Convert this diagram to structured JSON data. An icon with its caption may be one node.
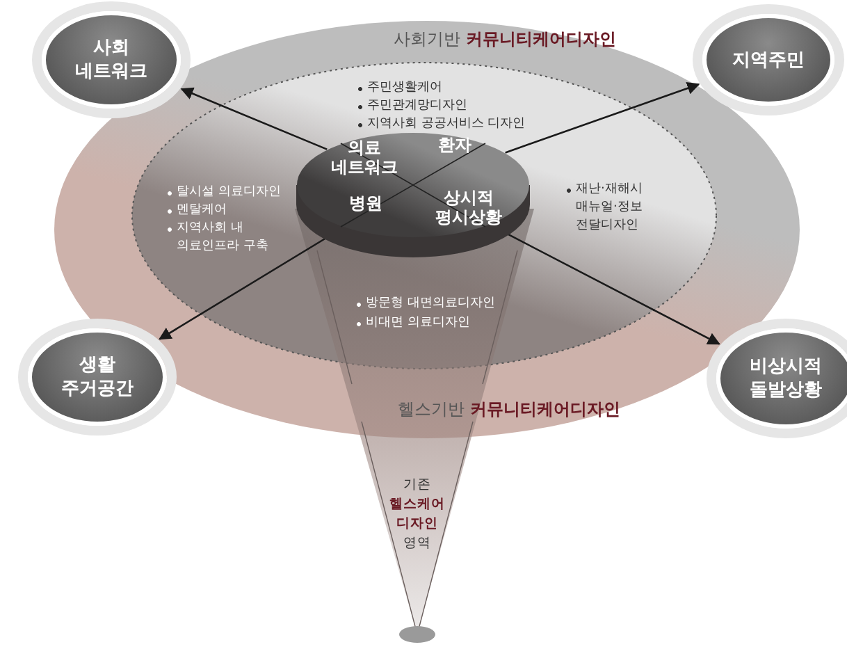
{
  "diagram": {
    "nodes": [
      {
        "text": [
          "사회 네트워크"
        ]
      },
      {
        "text": [
          "지역주민"
        ]
      },
      {
        "text": [
          "의료 네트워크",
          "환자",
          "병원",
          "상시적 평시상황"
        ]
      },
      {
        "text": [
          "생활 주거공간"
        ]
      },
      {
        "text": [
          "비상시적 돌발상황"
        ]
      }
    ],
    "edges": [
      {
        "from": 2,
        "to": 0,
        "arrow": "to"
      },
      {
        "from": 2,
        "to": 1,
        "arrow": "to"
      },
      {
        "from": 2,
        "to": 3,
        "arrow": "to"
      },
      {
        "from": 2,
        "to": 4,
        "arrow": "to"
      }
    ],
    "labels": [
      "사회기반 **커뮤니티케어디자인**",
      "주민생활케어",
      "주민관계망디자인",
      "지역사회 공공서비스 디자인",
      "탈시설 의료디자인",
      "멘탈케어",
      "지역사회 내 의료인프라 구축",
      "재난·재해시 매뉴얼·정보 전달디자인",
      "방문형 대면의료디자인",
      "비대면 의료디자인",
      "헬스기반 **커뮤니티케어디자인**",
      "기존 **헬스케어 디자인** 영역"
    ]
  }
}
